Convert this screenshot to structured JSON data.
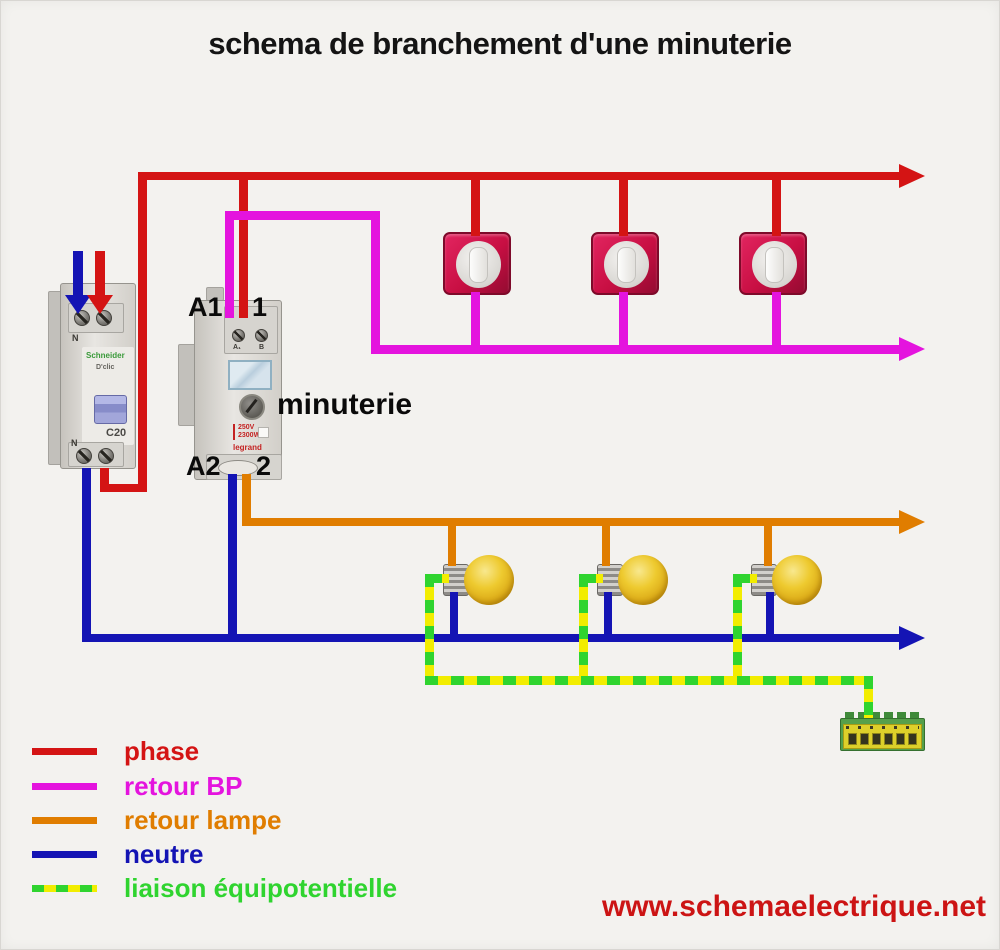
{
  "title": "schema de branchement d'une minuterie",
  "site": "www.schemaelectrique.net",
  "diagram": {
    "minuterie_label": "minuterie",
    "terminals": {
      "a1": "A1",
      "one": "1",
      "a2": "A2",
      "two": "2"
    }
  },
  "breaker": {
    "brand": "Schneider",
    "series": "D'clic",
    "rating": "C20",
    "n_top": "N",
    "n_bottom": "N"
  },
  "timer": {
    "brand": "legrand",
    "terminal_a1": "A₁",
    "terminal_b": "B",
    "voltage": "250V",
    "power": "2300W"
  },
  "legend": {
    "items": [
      {
        "label": "phase",
        "color": "#d41414",
        "style": "solid"
      },
      {
        "label": "retour BP",
        "color": "#e414de",
        "style": "solid"
      },
      {
        "label": "retour lampe",
        "color": "#e07d00",
        "style": "solid"
      },
      {
        "label": "neutre",
        "color": "#1414b4",
        "style": "solid"
      },
      {
        "label": "liaison équipotentielle",
        "color": "#2fd42f",
        "dash_color": "#f2ed00",
        "style": "dashed"
      }
    ]
  },
  "colors": {
    "background": "#f3f2ef",
    "phase": "#d41414",
    "retour_bp": "#e414de",
    "retour_lampe": "#e07d00",
    "neutre": "#1414b4",
    "equipotential_green": "#2fd42f",
    "equipotential_yellow": "#f2ed00",
    "site_text": "#cc1414"
  }
}
